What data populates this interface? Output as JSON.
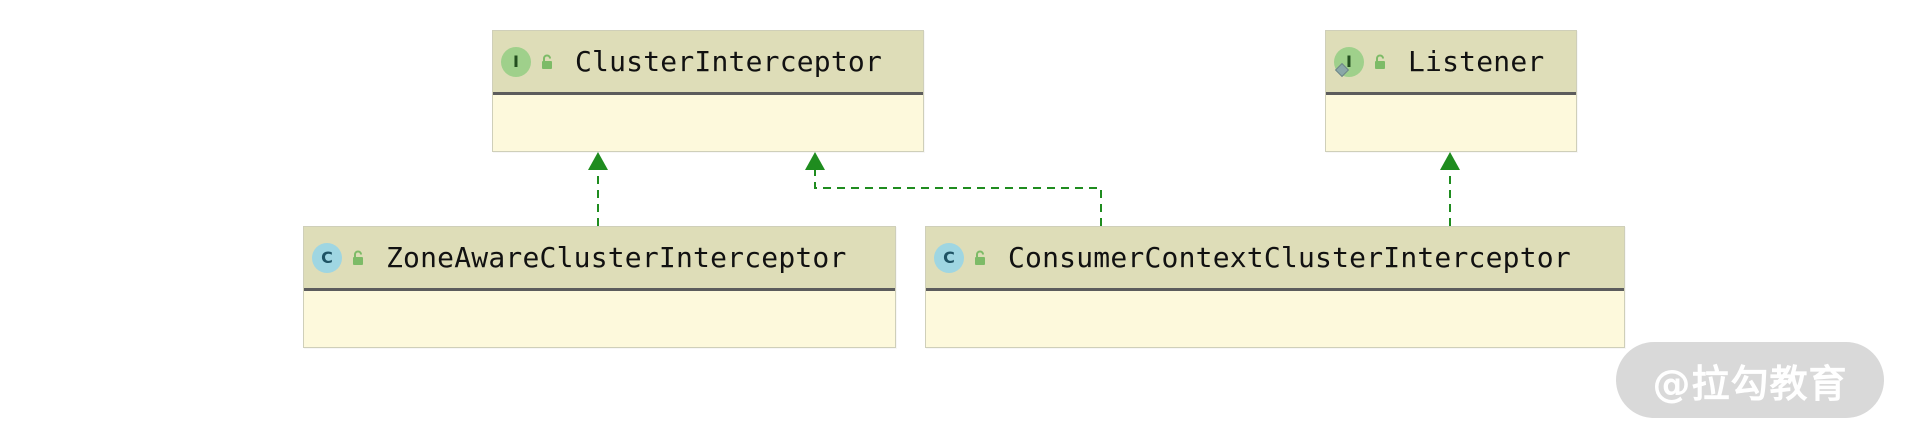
{
  "diagram": {
    "nodes": [
      {
        "id": "cluster_interceptor",
        "title": "ClusterInterceptor",
        "kind": "interface",
        "kind_icon": "interface-icon",
        "kind_letter": "I",
        "access_icon": "lock-open-icon"
      },
      {
        "id": "listener",
        "title": "Listener",
        "kind": "interface",
        "kind_icon": "interface-icon",
        "kind_letter": "I",
        "access_icon": "lock-open-icon"
      },
      {
        "id": "zone_aware",
        "title": "ZoneAwareClusterInterceptor",
        "kind": "class",
        "kind_icon": "class-icon",
        "kind_letter": "C",
        "access_icon": "lock-open-icon"
      },
      {
        "id": "consumer_context",
        "title": "ConsumerContextClusterInterceptor",
        "kind": "class",
        "kind_icon": "class-icon",
        "kind_letter": "C",
        "access_icon": "lock-open-icon"
      }
    ],
    "edges": [
      {
        "from": "zone_aware",
        "to": "cluster_interceptor",
        "style": "dashed",
        "arrow": "filled-triangle"
      },
      {
        "from": "consumer_context",
        "to": "cluster_interceptor",
        "style": "dashed",
        "arrow": "filled-triangle"
      },
      {
        "from": "consumer_context",
        "to": "listener",
        "style": "dashed",
        "arrow": "filled-triangle"
      }
    ]
  },
  "watermark": {
    "text": "@拉勾教育"
  },
  "colors": {
    "header_bg": "#deddb8",
    "body_bg": "#fdf9dc",
    "edge": "#1f8c1f",
    "interface_badge": "#9fd08b",
    "class_badge": "#9fd6e2",
    "watermark_bg": "#d9d9d9"
  }
}
